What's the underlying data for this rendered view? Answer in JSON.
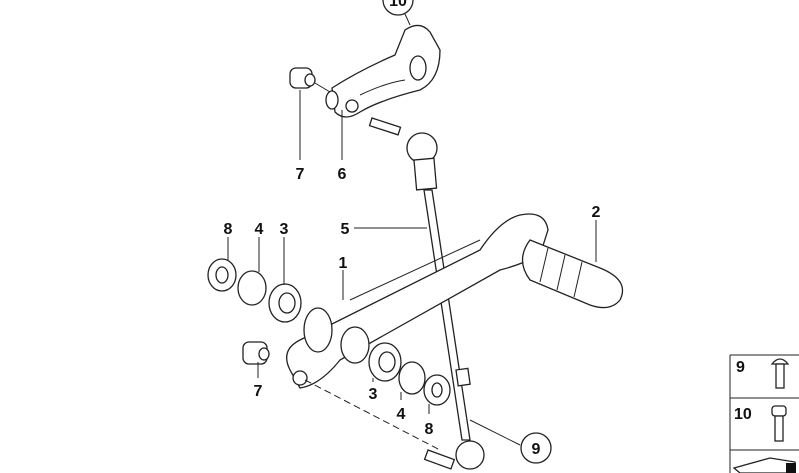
{
  "diagram": {
    "callouts": {
      "c10_top": "10",
      "c7_upper": "7",
      "c6": "6",
      "c8_left": "8",
      "c4_left": "4",
      "c3_left": "3",
      "c5": "5",
      "c1": "1",
      "c2": "2",
      "c7_lower": "7",
      "c3_lower": "3",
      "c4_lower": "4",
      "c8_lower": "8",
      "c9_circled": "9"
    },
    "side_panel": {
      "item_9": "9",
      "item_10": "10"
    }
  }
}
